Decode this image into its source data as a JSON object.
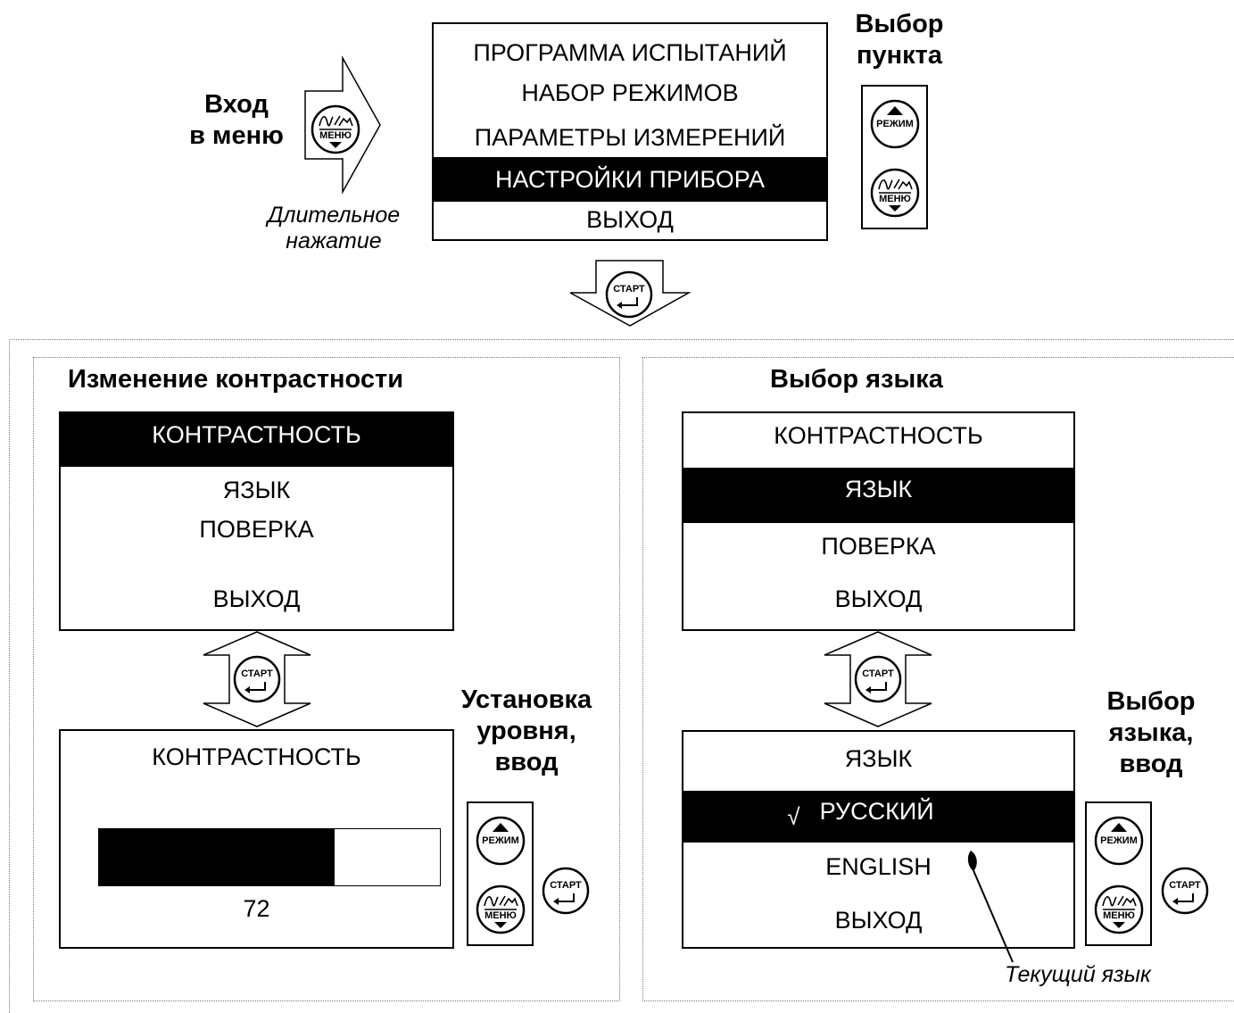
{
  "entry": {
    "title_line1": "Вход",
    "title_line2": "в меню",
    "note_line1": "Длительное",
    "note_line2": "нажатие"
  },
  "main_menu": {
    "items": [
      {
        "label": "ПРОГРАММА ИСПЫТАНИЙ",
        "selected": false
      },
      {
        "label": "НАБОР РЕЖИМОВ",
        "selected": false
      },
      {
        "label": "ПАРАМЕТРЫ ИЗМЕРЕНИЙ",
        "selected": false
      },
      {
        "label": "НАСТРОЙКИ ПРИБОРА",
        "selected": true
      },
      {
        "label": "ВЫХОД",
        "selected": false
      }
    ]
  },
  "select_item": {
    "line1": "Выбор",
    "line2": "пункта"
  },
  "buttons": {
    "mode": "РЕЖИМ",
    "menu": "МЕНЮ",
    "start": "СТАРТ"
  },
  "contrast_panel": {
    "title": "Изменение контрастности",
    "menu_items": [
      {
        "label": "КОНТРАСТНОСТЬ",
        "selected": true
      },
      {
        "label": "ЯЗЫК",
        "selected": false
      },
      {
        "label": "ПОВЕРКА",
        "selected": false
      },
      {
        "label": "ВЫХОД",
        "selected": false
      }
    ],
    "screen_title": "КОНТРАСТНОСТЬ",
    "level_value": "72",
    "level_fraction": 0.69,
    "side_line1": "Установка",
    "side_line2": "уровня,",
    "side_line3": "ввод"
  },
  "language_panel": {
    "title": "Выбор языка",
    "menu_items": [
      {
        "label": "КОНТРАСТНОСТЬ",
        "selected": false
      },
      {
        "label": "ЯЗЫК",
        "selected": true
      },
      {
        "label": "ПОВЕРКА",
        "selected": false
      },
      {
        "label": "ВЫХОД",
        "selected": false
      }
    ],
    "screen_title": "ЯЗЫК",
    "check_mark": "√",
    "options": [
      {
        "label": "РУССКИЙ",
        "selected": true
      },
      {
        "label": "ENGLISH",
        "selected": false
      },
      {
        "label": "ВЫХОД",
        "selected": false
      }
    ],
    "side_line1": "Выбор",
    "side_line2": "языка,",
    "side_line3": "ввод",
    "annotation": "Текущий язык"
  }
}
